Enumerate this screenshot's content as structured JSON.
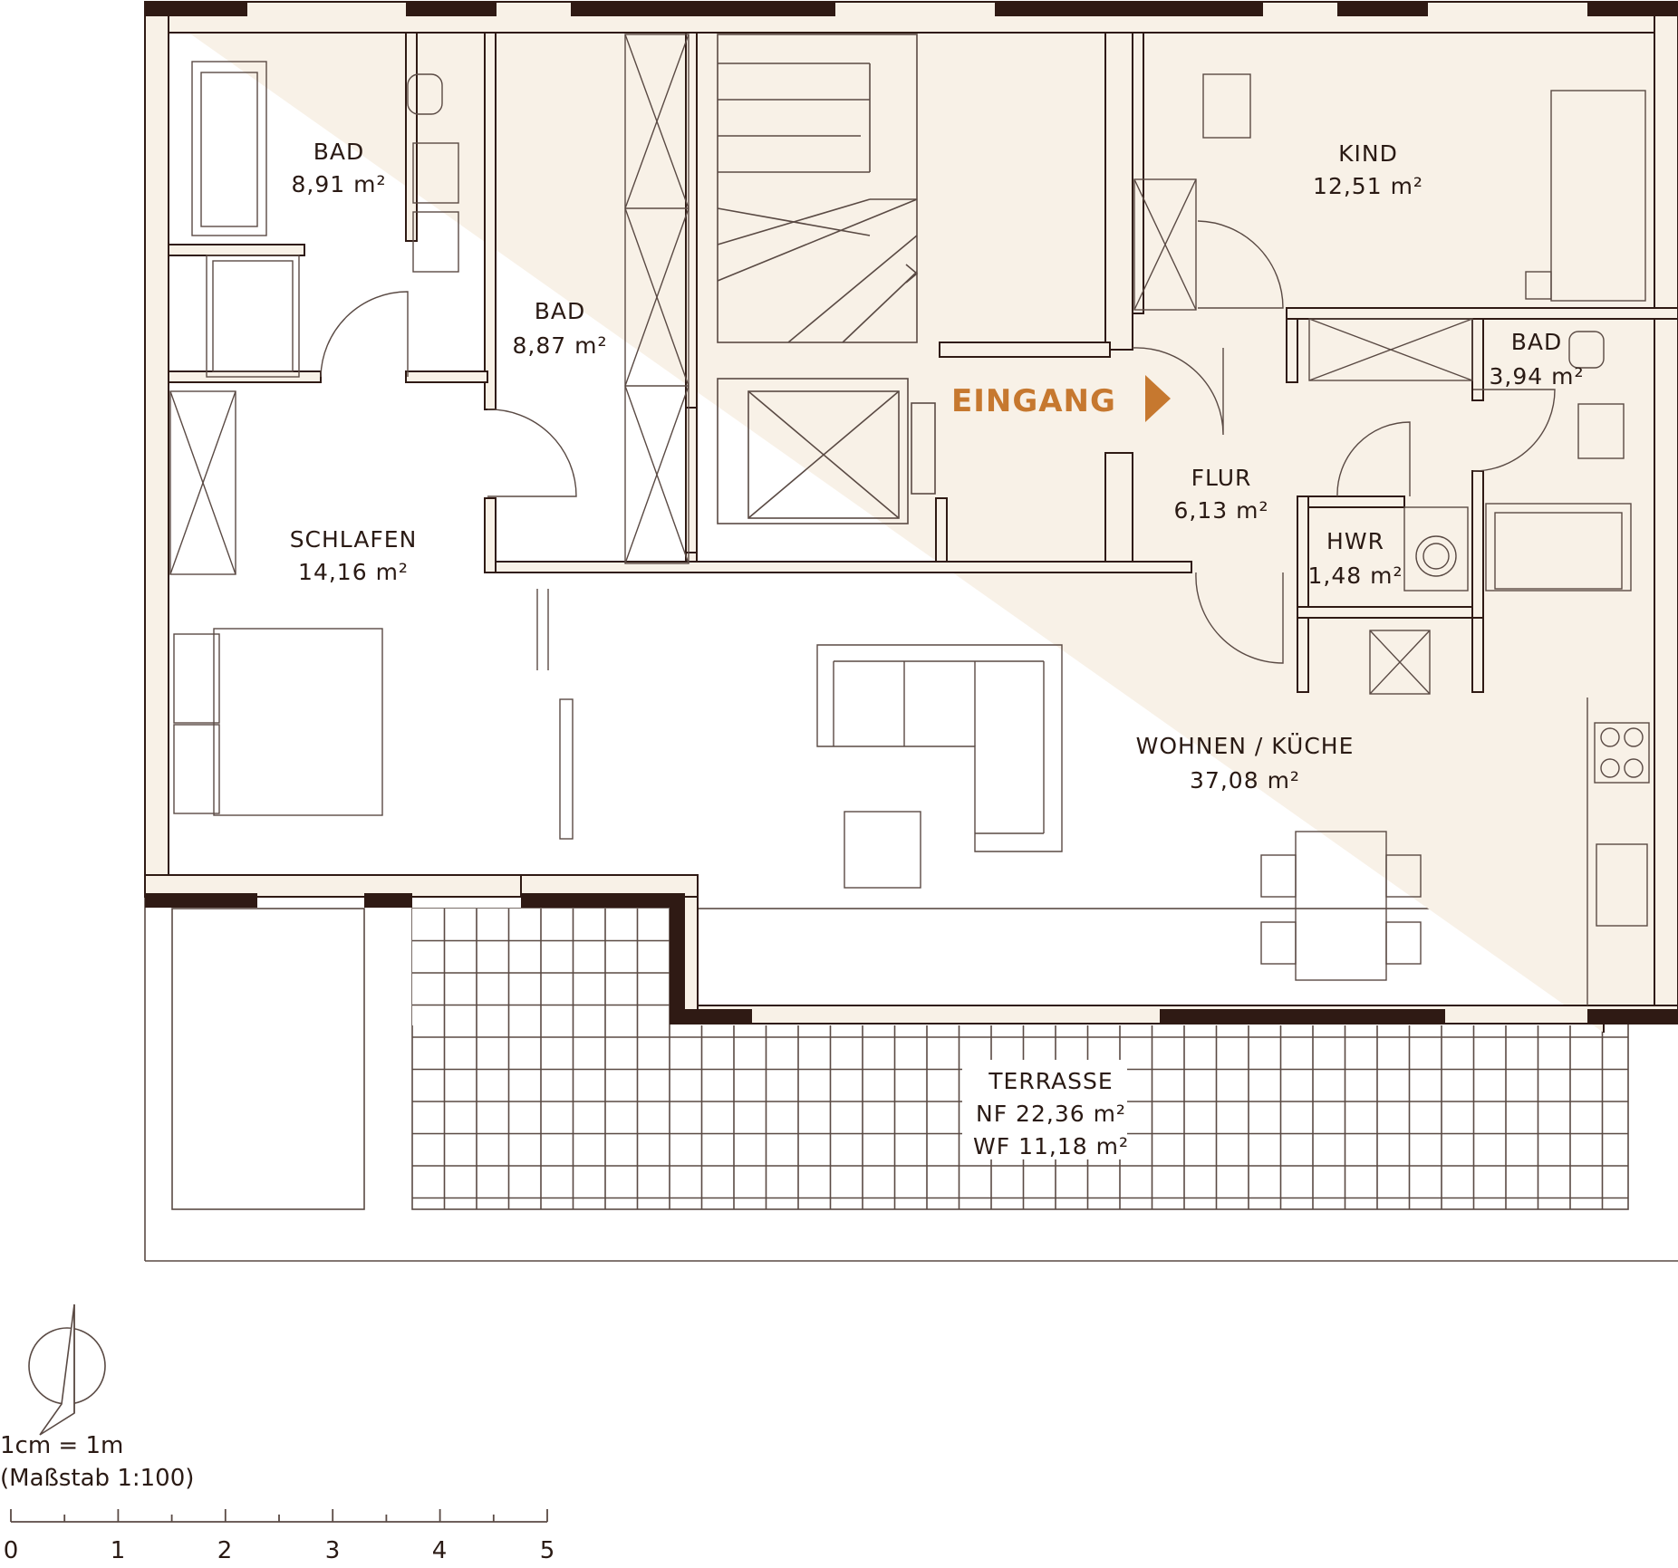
{
  "rooms": [
    {
      "name": "BAD",
      "area": "8,91 m²"
    },
    {
      "name": "BAD",
      "area": "8,87 m²"
    },
    {
      "name": "KIND",
      "area": "12,51 m²"
    },
    {
      "name": "BAD",
      "area": "3,94 m²"
    },
    {
      "name": "FLUR",
      "area": "6,13 m²"
    },
    {
      "name": "HWR",
      "area": "1,48 m²"
    },
    {
      "name": "SCHLAFEN",
      "area": "14,16 m²"
    },
    {
      "name": "WOHNEN / KÜCHE",
      "area": "37,08 m²"
    }
  ],
  "terrace": {
    "name": "TERRASSE",
    "nf": "NF 22,36 m²",
    "wf": "WF 11,18 m²"
  },
  "entrance": "EINGANG",
  "scale": {
    "line1": "1cm = 1m",
    "line2": "(Maßstab 1:100)",
    "ticks": [
      "0",
      "1",
      "2",
      "3",
      "4",
      "5"
    ]
  },
  "colors": {
    "wall": "#2f1a14",
    "wall_fill": "#f8f1e7",
    "accent": "#c6782f",
    "line": "#5a4a44"
  },
  "icons": {
    "north": "north-arrow-icon",
    "entrance": "triangle-right-icon"
  }
}
